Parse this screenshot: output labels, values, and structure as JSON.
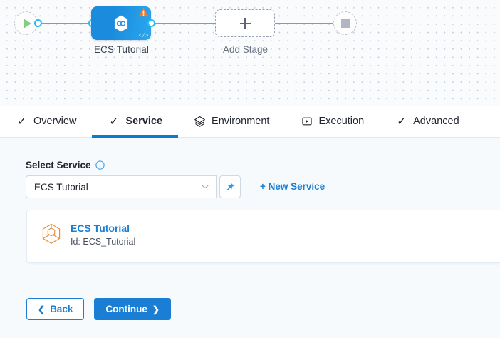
{
  "canvas": {
    "start_node": {
      "icon": "play-icon",
      "name": "pipeline-start"
    },
    "end_node": {
      "icon": "stop-icon",
      "name": "pipeline-end"
    },
    "stage": {
      "label": "ECS Tutorial",
      "icon": "service-hexagon-icon",
      "warning_icon": "warning-triangle-icon",
      "code_icon": "code-brackets-icon",
      "color": "#1b8cdd"
    },
    "add_stage": {
      "label": "Add Stage",
      "icon": "plus-icon"
    },
    "wire_color": "#27bdf4"
  },
  "tabs": [
    {
      "label": "Overview",
      "icon": "check-icon",
      "active": false
    },
    {
      "label": "Service",
      "icon": "check-icon",
      "active": true
    },
    {
      "label": "Environment",
      "icon": "layers-icon",
      "active": false
    },
    {
      "label": "Execution",
      "icon": "play-box-icon",
      "active": false
    },
    {
      "label": "Advanced",
      "icon": "check-icon",
      "active": false
    }
  ],
  "form": {
    "label": "Select Service",
    "info_icon": "info-icon",
    "select_value": "ECS Tutorial",
    "select_placeholder": "Select Service",
    "chevron_icon": "chevron-down-icon",
    "pin_icon": "pin-icon",
    "new_service_link": "+ New Service"
  },
  "service_card": {
    "icon": "service-cube-icon",
    "title": "ECS Tutorial",
    "subtitle": "Id: ECS_Tutorial"
  },
  "footer": {
    "back_label": "Back",
    "back_icon": "chevron-left-icon",
    "continue_label": "Continue",
    "continue_icon": "chevron-right-icon"
  },
  "colors": {
    "accent_blue": "#1a7fd4",
    "wire_blue": "#27bdf4",
    "warning_orange": "#f3762a",
    "service_icon_orange": "#e8913d",
    "start_green": "#7ed183"
  }
}
